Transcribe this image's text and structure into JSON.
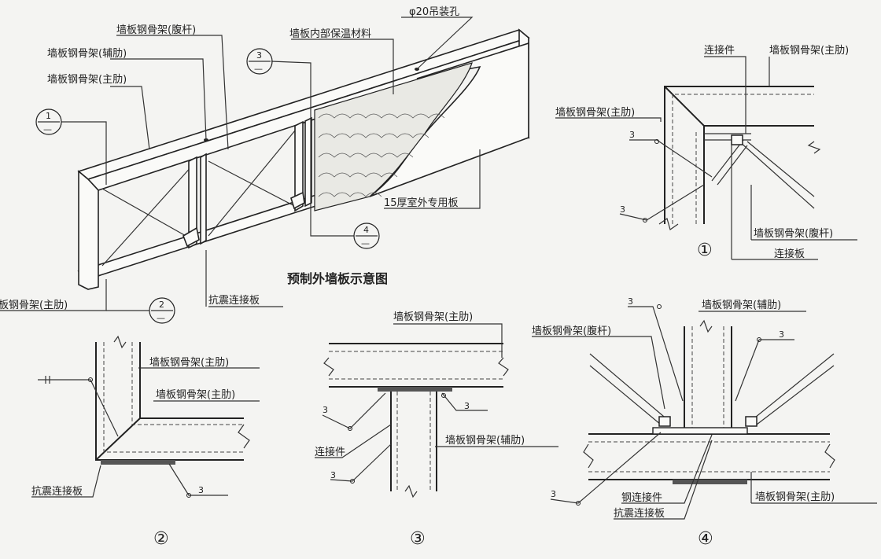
{
  "main_title": "预制外墙板示意图",
  "labels": {
    "web_member": "墙板钢骨架(腹杆)",
    "aux_rib": "墙板钢骨架(辅肋)",
    "main_rib": "墙板钢骨架(主肋)",
    "insulation": "墙板内部保温材料",
    "hoist_hole": "φ20吊装孔",
    "exterior_board": "15厚室外专用板",
    "main_rib_cut": "板钢骨架(主肋)",
    "seismic_plate": "抗震连接板",
    "connector": "连接件",
    "connect_plate": "连接板",
    "steel_connector": "钢连接件"
  },
  "callouts": {
    "one": "1",
    "two": "2",
    "three": "3",
    "four": "4",
    "dash": "—"
  },
  "weld_size": "3",
  "detail_numbers": {
    "d1": "①",
    "d2": "②",
    "d3": "③",
    "d4": "④"
  }
}
